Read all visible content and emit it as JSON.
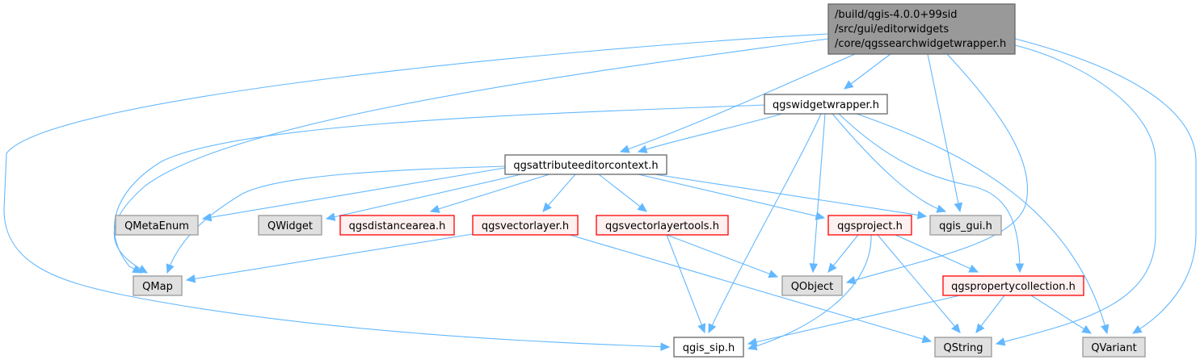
{
  "title": "Include dependency graph for qgssearchwidgetwrapper.h",
  "colors": {
    "edge": "#63b8ff",
    "root_fill": "#999999",
    "root_stroke": "#666666",
    "plain_fill": "#ffffff",
    "plain_stroke": "#666666",
    "external_fill": "#e0e0e0",
    "external_stroke": "#999999",
    "truncated_fill": "#fff0f0",
    "truncated_stroke": "#ff0000"
  },
  "nodes": [
    {
      "id": "root",
      "kind": "root",
      "lines": [
        "/build/qgis-4.0.0+99sid",
        "/src/gui/editorwidgets",
        "/core/qgssearchwidgetwrapper.h"
      ]
    },
    {
      "id": "qgswidgetwrapper",
      "kind": "plain",
      "lines": [
        "qgswidgetwrapper.h"
      ]
    },
    {
      "id": "qgsattributeeditorcontext",
      "kind": "plain",
      "lines": [
        "qgsattributeeditorcontext.h"
      ]
    },
    {
      "id": "QMetaEnum",
      "kind": "external",
      "lines": [
        "QMetaEnum"
      ]
    },
    {
      "id": "QWidget",
      "kind": "external",
      "lines": [
        "QWidget"
      ]
    },
    {
      "id": "qgsdistancearea",
      "kind": "truncated",
      "lines": [
        "qgsdistancearea.h"
      ]
    },
    {
      "id": "qgsvectorlayer",
      "kind": "truncated",
      "lines": [
        "qgsvectorlayer.h"
      ]
    },
    {
      "id": "qgsvectorlayertools",
      "kind": "truncated",
      "lines": [
        "qgsvectorlayertools.h"
      ]
    },
    {
      "id": "qgsproject",
      "kind": "truncated",
      "lines": [
        "qgsproject.h"
      ]
    },
    {
      "id": "qgis_gui",
      "kind": "external",
      "lines": [
        "qgis_gui.h"
      ]
    },
    {
      "id": "QMap",
      "kind": "external",
      "lines": [
        "QMap"
      ]
    },
    {
      "id": "QObject",
      "kind": "external",
      "lines": [
        "QObject"
      ]
    },
    {
      "id": "qgspropertycollection",
      "kind": "truncated",
      "lines": [
        "qgspropertycollection.h"
      ]
    },
    {
      "id": "qgis_sip",
      "kind": "plain",
      "lines": [
        "qgis_sip.h"
      ]
    },
    {
      "id": "QString",
      "kind": "external",
      "lines": [
        "QString"
      ]
    },
    {
      "id": "QVariant",
      "kind": "external",
      "lines": [
        "QVariant"
      ]
    }
  ],
  "edges": [
    [
      "root",
      "qgswidgetwrapper"
    ],
    [
      "root",
      "qgsattributeeditorcontext"
    ],
    [
      "root",
      "QMap"
    ],
    [
      "root",
      "qgis_sip"
    ],
    [
      "root",
      "qgis_gui"
    ],
    [
      "root",
      "QObject"
    ],
    [
      "root",
      "QString"
    ],
    [
      "root",
      "QVariant"
    ],
    [
      "qgswidgetwrapper",
      "qgsattributeeditorcontext"
    ],
    [
      "qgswidgetwrapper",
      "QMap"
    ],
    [
      "qgswidgetwrapper",
      "qgis_sip"
    ],
    [
      "qgswidgetwrapper",
      "QObject"
    ],
    [
      "qgswidgetwrapper",
      "qgis_gui"
    ],
    [
      "qgswidgetwrapper",
      "qgspropertycollection"
    ],
    [
      "qgswidgetwrapper",
      "QVariant"
    ],
    [
      "qgsattributeeditorcontext",
      "QMetaEnum"
    ],
    [
      "qgsattributeeditorcontext",
      "QWidget"
    ],
    [
      "qgsattributeeditorcontext",
      "qgsdistancearea"
    ],
    [
      "qgsattributeeditorcontext",
      "qgsvectorlayer"
    ],
    [
      "qgsattributeeditorcontext",
      "qgsvectorlayertools"
    ],
    [
      "qgsattributeeditorcontext",
      "qgsproject"
    ],
    [
      "qgsattributeeditorcontext",
      "qgis_gui"
    ],
    [
      "qgsattributeeditorcontext",
      "QMap"
    ],
    [
      "qgsvectorlayer",
      "QMap"
    ],
    [
      "qgsvectorlayer",
      "QString"
    ],
    [
      "qgsvectorlayertools",
      "QObject"
    ],
    [
      "qgsvectorlayertools",
      "qgis_sip"
    ],
    [
      "qgsproject",
      "QObject"
    ],
    [
      "qgsproject",
      "qgis_sip"
    ],
    [
      "qgsproject",
      "QString"
    ],
    [
      "qgsproject",
      "qgspropertycollection"
    ],
    [
      "qgspropertycollection",
      "qgis_sip"
    ],
    [
      "qgspropertycollection",
      "QString"
    ],
    [
      "qgspropertycollection",
      "QVariant"
    ]
  ]
}
